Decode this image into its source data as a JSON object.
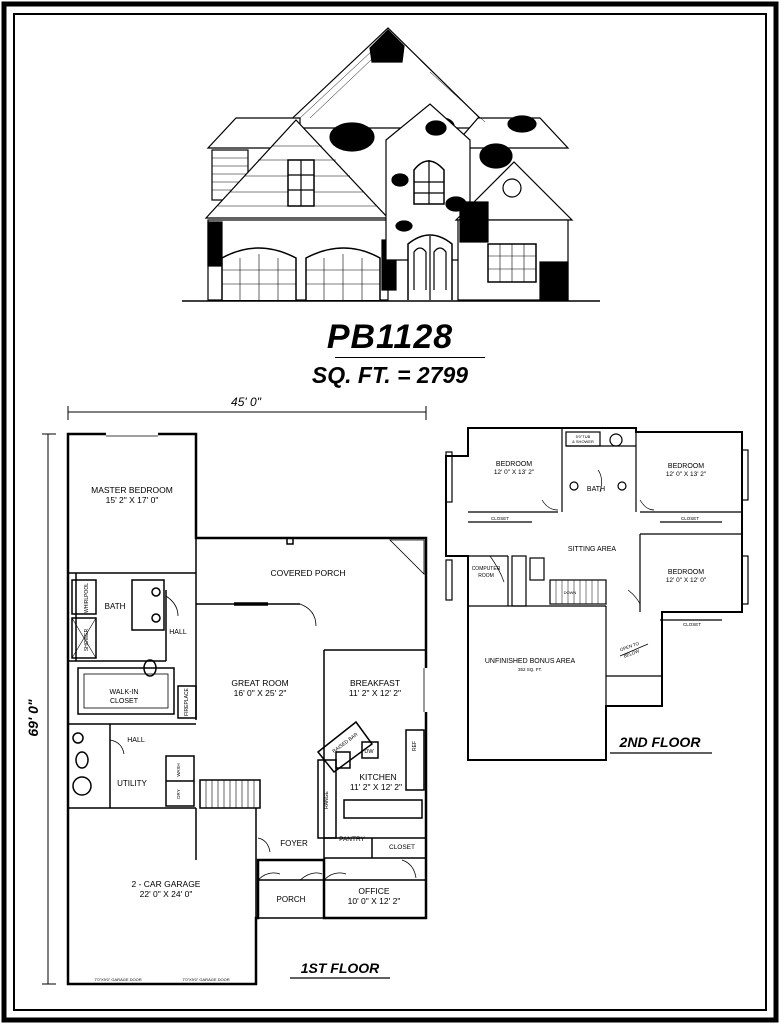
{
  "plan": {
    "code": "PB1128",
    "sqft_label": "SQ. FT. = 2799"
  },
  "first_floor": {
    "label": "1ST FLOOR",
    "width_dim": "45' 0\"",
    "depth_dim": "69' 0\"",
    "rooms": {
      "master_bedroom": {
        "name": "MASTER BEDROOM",
        "size": "15' 2\" X 17' 0\""
      },
      "bath": "BATH",
      "hall_upper": "HALL",
      "walk_in_closet": [
        "WALK-IN",
        "CLOSET"
      ],
      "shower": "SHOWER",
      "whirlpool": "WHIRLPOOL",
      "fireplace": "FIREPLACE",
      "covered_porch": "COVERED PORCH",
      "great_room": {
        "name": "GREAT ROOM",
        "size": "16' 0\" X 25' 2\""
      },
      "breakfast": {
        "name": "BREAKFAST",
        "size": "11' 2\" X 12' 2\""
      },
      "raised_bar": "RAISED BAR",
      "dw": "DW",
      "ref": "REF",
      "range": "RANGE",
      "kitchen": {
        "name": "KITCHEN",
        "size": "11' 2\" X 12' 2\""
      },
      "pantry": "PANTRY",
      "closet": "CLOSET",
      "hall_lower": "HALL",
      "utility": "UTILITY",
      "wash": "WASH",
      "dry": "DRY",
      "foyer": "FOYER",
      "porch": "PORCH",
      "office": {
        "name": "OFFICE",
        "size": "10' 0\" X 12' 2\""
      },
      "garage": {
        "name": "2 - CAR GARAGE",
        "size": "22' 0\" X 24' 0\""
      },
      "garage_door_left": "7'0\"X9'0\" GARAGE DOOR",
      "garage_door_right": "7'0\"X9'0\" GARAGE DOOR"
    }
  },
  "second_floor": {
    "label": "2ND FLOOR",
    "rooms": {
      "bedroom_left": {
        "name": "BEDROOM",
        "size": "12' 0\" X 13' 2\""
      },
      "bedroom_right": {
        "name": "BEDROOM",
        "size": "12' 0\" X 13' 2\""
      },
      "bedroom_lower": {
        "name": "BEDROOM",
        "size": "12' 0\" X 12' 0\""
      },
      "tub_shower": [
        "5'0\"TUB",
        "& SHOWER"
      ],
      "bath": "BATH",
      "closet_left": "CLOSET",
      "closet_right": "CLOSET",
      "closet_lower": "CLOSET",
      "sitting_area": "SITTING AREA",
      "computer_room": [
        "COMPUTER",
        "ROOM"
      ],
      "down": "DOWN",
      "unfinished_bonus": {
        "name": "UNFINISHED BONUS AREA",
        "size": "352 SQ. FT."
      },
      "open_to_below": [
        "OPEN TO",
        "BELOW"
      ]
    }
  }
}
